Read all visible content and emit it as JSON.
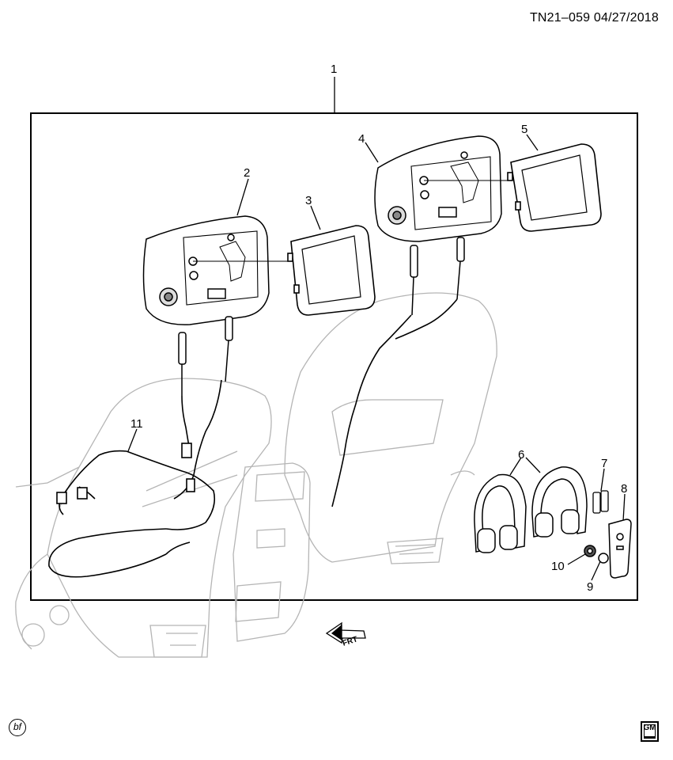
{
  "header": {
    "reference": "TN21–059  04/27/2018"
  },
  "callouts": [
    {
      "id": "1",
      "label": "1"
    },
    {
      "id": "2",
      "label": "2"
    },
    {
      "id": "3",
      "label": "3"
    },
    {
      "id": "4",
      "label": "4"
    },
    {
      "id": "5",
      "label": "5"
    },
    {
      "id": "6",
      "label": "6"
    },
    {
      "id": "7",
      "label": "7"
    },
    {
      "id": "8",
      "label": "8"
    },
    {
      "id": "9",
      "label": "9"
    },
    {
      "id": "10",
      "label": "10"
    },
    {
      "id": "11",
      "label": "11"
    }
  ],
  "direction_arrow": {
    "label": "FRT"
  },
  "footer": {
    "illustrator_mark": "bf",
    "logo_text": "GM"
  },
  "colors": {
    "line": "#000000",
    "ghost": "#b5b5b5",
    "background": "#ffffff"
  }
}
